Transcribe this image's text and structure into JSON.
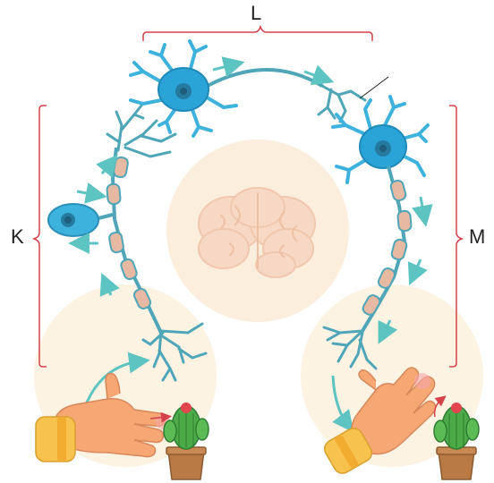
{
  "labels": {
    "left": "K",
    "top": "L",
    "right": "M"
  },
  "colors": {
    "bracket": "#d6424a",
    "neuron_dark": "#2aa3d6",
    "neuron_mid": "#3db2dd",
    "dendrite": "#4fa6b8",
    "myelin": "#e8b9a2",
    "arrow": "#5ec4c1",
    "brain_bg": "#fbeedd",
    "brain": "#f6d8c4",
    "hand_skin": "#f6a774",
    "sleeve": "#f7c34e",
    "cactus": "#4caa48",
    "pot": "#b97a45",
    "flower": "#e3454f"
  },
  "icons": [
    "brain-icon",
    "hand-icon",
    "cactus-icon",
    "neuron-icon"
  ]
}
